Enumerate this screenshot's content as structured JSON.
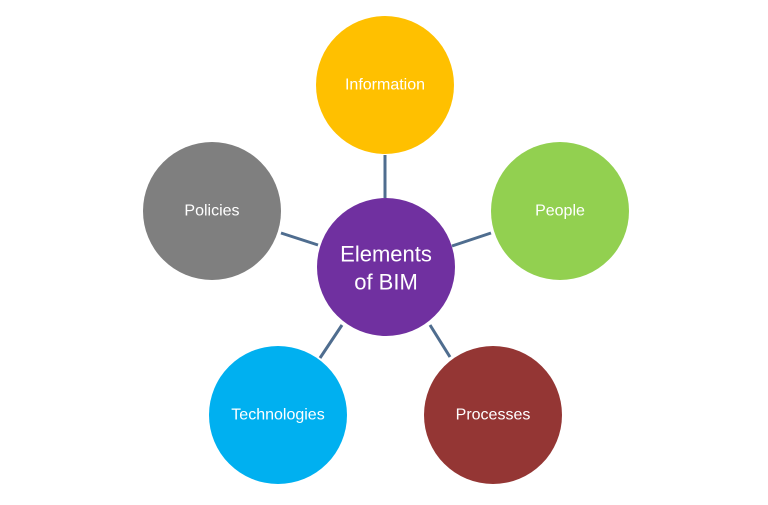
{
  "center": {
    "label_line1": "Elements",
    "label_line2": "of BIM",
    "color": "#7030A0"
  },
  "nodes": [
    {
      "id": "information",
      "label": "Information",
      "color": "#FFC000"
    },
    {
      "id": "people",
      "label": "People",
      "color": "#92D050"
    },
    {
      "id": "processes",
      "label": "Processes",
      "color": "#943634"
    },
    {
      "id": "technologies",
      "label": "Technologies",
      "color": "#00B0F0"
    },
    {
      "id": "policies",
      "label": "Policies",
      "color": "#7F7F7F"
    }
  ],
  "connector_color": "#4F6D8F"
}
